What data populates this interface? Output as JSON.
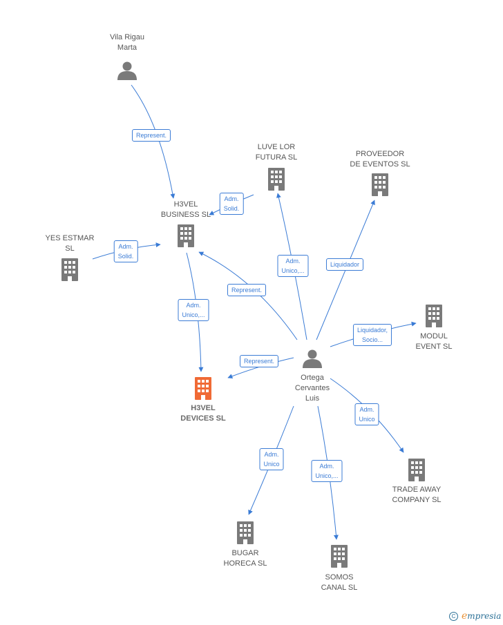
{
  "colors": {
    "edge": "#3a7bd5",
    "company": "#7a7a7a",
    "focus_company": "#f06a35",
    "person": "#7a7a7a"
  },
  "nodes": [
    {
      "id": "vila",
      "type": "person",
      "label": "Vila Rigau\nMarta"
    },
    {
      "id": "h3vel_business",
      "type": "company",
      "label": "H3VEL\nBUSINESS  SL"
    },
    {
      "id": "luve",
      "type": "company",
      "label": "LUVE LOR\nFUTURA  SL"
    },
    {
      "id": "proveedor",
      "type": "company",
      "label": "PROVEEDOR\nDE EVENTOS SL"
    },
    {
      "id": "yes",
      "type": "company",
      "label": "YES ESTMAR\nSL"
    },
    {
      "id": "h3vel_devices",
      "type": "company",
      "focus": true,
      "label": "H3VEL\nDEVICES  SL"
    },
    {
      "id": "ortega",
      "type": "person",
      "label": "Ortega\nCervantes\nLuis"
    },
    {
      "id": "modul",
      "type": "company",
      "label": "MODUL\nEVENT SL"
    },
    {
      "id": "trade",
      "type": "company",
      "label": "TRADE AWAY\nCOMPANY  SL"
    },
    {
      "id": "bugar",
      "type": "company",
      "label": "BUGAR\nHORECA  SL"
    },
    {
      "id": "somos",
      "type": "company",
      "label": "SOMOS\nCANAL  SL"
    }
  ],
  "edges": [
    {
      "from": "vila",
      "to": "h3vel_business",
      "label": "Represent."
    },
    {
      "from": "luve",
      "to": "h3vel_business",
      "label": "Adm.\nSolid."
    },
    {
      "from": "yes",
      "to": "h3vel_business",
      "label": "Adm.\nSolid."
    },
    {
      "from": "h3vel_business",
      "to": "h3vel_devices",
      "label": "Adm.\nUnico,..."
    },
    {
      "from": "ortega",
      "to": "h3vel_business",
      "label": "Represent."
    },
    {
      "from": "ortega",
      "to": "luve",
      "label": "Adm.\nUnico,..."
    },
    {
      "from": "ortega",
      "to": "proveedor",
      "label": "Liquidador"
    },
    {
      "from": "ortega",
      "to": "modul",
      "label": "Liquidador,\nSocio..."
    },
    {
      "from": "ortega",
      "to": "h3vel_devices",
      "label": "Represent."
    },
    {
      "from": "ortega",
      "to": "trade",
      "label": "Adm.\nUnico"
    },
    {
      "from": "ortega",
      "to": "bugar",
      "label": "Adm.\nUnico"
    },
    {
      "from": "ortega",
      "to": "somos",
      "label": "Adm.\nUnico,..."
    }
  ],
  "brand": {
    "copyright": "C",
    "first_letter": "e",
    "rest": "mpresia"
  }
}
